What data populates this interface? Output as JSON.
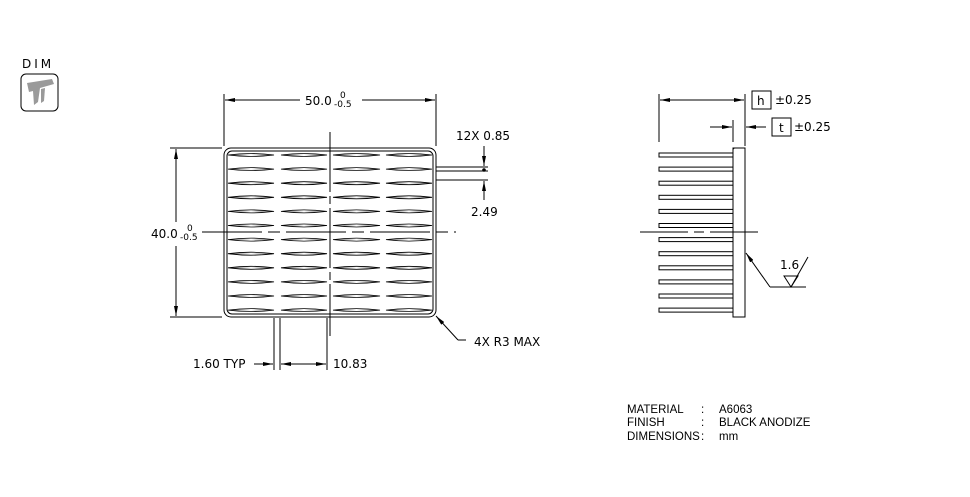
{
  "badge": {
    "label": "DIM",
    "icon": "caliper-icon",
    "icon_color": "#9a9a9a"
  },
  "front_view": {
    "width_dim": {
      "nominal": "50.0",
      "upper_tol": "0",
      "lower_tol": "-0.5"
    },
    "height_dim": {
      "nominal": "40.0",
      "upper_tol": "0",
      "lower_tol": "-0.5"
    },
    "fin_dim": "12X 0.85",
    "pitch_dim": "2.49",
    "slot_dim": "1.60 TYP",
    "column_dim": "10.83",
    "corner_note": "4X R3 MAX",
    "rows": 12,
    "columns": 4
  },
  "side_view": {
    "h_label": "h",
    "h_tol": "±0.25",
    "t_label": "t",
    "t_tol": "±0.25",
    "surface_finish": "1.6",
    "fins": 12
  },
  "notes": [
    {
      "key": "MATERIAL",
      "sep": ":",
      "value": "A6063"
    },
    {
      "key": "FINISH",
      "sep": ":",
      "value": "BLACK ANODIZE"
    },
    {
      "key": "DIMENSIONS",
      "sep": ":",
      "value": "mm"
    }
  ]
}
